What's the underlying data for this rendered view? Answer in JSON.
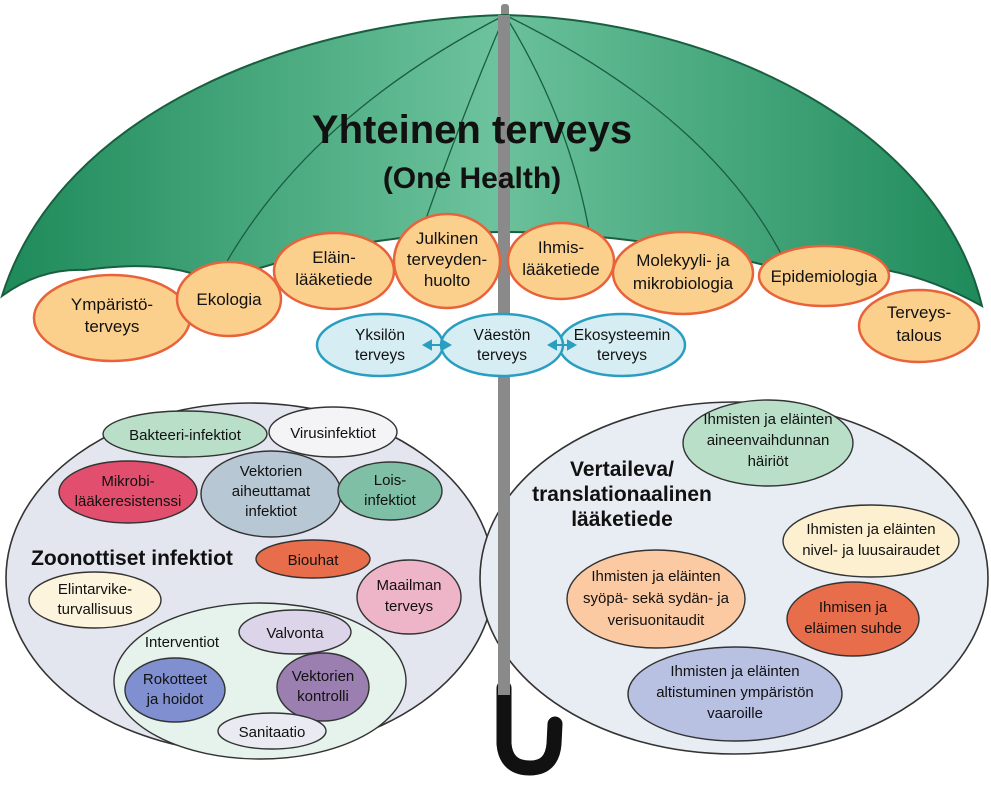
{
  "title": {
    "line1": "Yhteinen terveys",
    "line2": "(One Health)"
  },
  "disciplines": {
    "ymparisto": [
      "Ympäristö-",
      "terveys"
    ],
    "ekologia": [
      "Ekologia"
    ],
    "elain": [
      "Eläin-",
      "lääketiede"
    ],
    "julkinen": [
      "Julkinen",
      "terveyden-",
      "huolto"
    ],
    "ihmis": [
      "Ihmis-",
      "lääketiede"
    ],
    "molekyyli": [
      "Molekyyli- ja",
      "mikrobiologia"
    ],
    "epidemiologia": [
      "Epidemiologia"
    ],
    "talous": [
      "Terveys-",
      "talous"
    ]
  },
  "scales": {
    "yksilo": [
      "Yksilön",
      "terveys"
    ],
    "vaesto": [
      "Väestön",
      "terveys"
    ],
    "ekosysteemi": [
      "Ekosysteemin",
      "terveys"
    ]
  },
  "left": {
    "heading": "Zoonottiset infektiot",
    "bakteeri": [
      "Bakteeri-infektiot"
    ],
    "virus": [
      "Virusinfektiot"
    ],
    "vektori": [
      "Vektorien",
      "aiheuttamat",
      "infektiot"
    ],
    "mikrobi": [
      "Mikrobi-",
      "lääkeresistenssi"
    ],
    "lois": [
      "Lois-",
      "infektiot"
    ],
    "biouhat": [
      "Biouhat"
    ],
    "elintarvike": [
      "Elintarvike-",
      "turvallisuus"
    ],
    "maailman": [
      "Maailman",
      "terveys"
    ],
    "interventiot": "Interventiot",
    "valvonta": [
      "Valvonta"
    ],
    "rokotteet": [
      "Rokotteet",
      "ja hoidot"
    ],
    "vektorikontrolli": [
      "Vektorien",
      "kontrolli"
    ],
    "sanitaatio": [
      "Sanitaatio"
    ]
  },
  "right": {
    "heading": [
      "Vertaileva/",
      "translationaalinen",
      "lääketiede"
    ],
    "aineenvaihdunta": [
      "Ihmisten ja eläinten",
      "aineenvaihdunnan",
      "häiriöt"
    ],
    "nivel": [
      "Ihmisten ja eläinten",
      "nivel- ja luusairaudet"
    ],
    "syopa": [
      "Ihmisten ja eläinten",
      "syöpä- sekä sydän- ja",
      "verisuonitaudit"
    ],
    "suhde": [
      "Ihmisen ja",
      "eläimen suhde"
    ],
    "altistuminen": [
      "Ihmisten ja eläinten",
      "altistuminen ympäristön",
      "vaaroille"
    ]
  },
  "colors": {
    "canopy": "#2f9a6c",
    "canopy_light": "#6cc09a",
    "discipline_fill": "#fbd08d",
    "discipline_stroke": "#e8623a",
    "scale_fill": "#d6eef3",
    "scale_stroke": "#2a9ec0",
    "pole": "#8a8a8a",
    "handle": "#111111",
    "zone_fill": "#e3e6ef",
    "zone_stroke": "#333333"
  }
}
